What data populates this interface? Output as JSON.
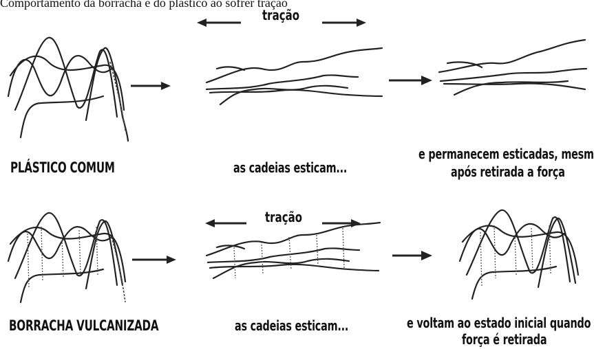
{
  "title": "Comportamento da borracha e do plástico ao sofrer tração",
  "rows": [
    {
      "material_label": "PLÁSTICO COMUM",
      "stretch_caption": "as cadeias esticam...",
      "result_caption_line1": "e permanecem esticadas, mesmo",
      "result_caption_line2": "após retirada a força"
    },
    {
      "material_label": "BORRACHA VULCANIZADA",
      "stretch_caption": "as cadeias esticam...",
      "result_caption_line1": "e voltam ao estado inicial quando a",
      "result_caption_line2": "força é retirada"
    }
  ],
  "traction_label": "tração"
}
